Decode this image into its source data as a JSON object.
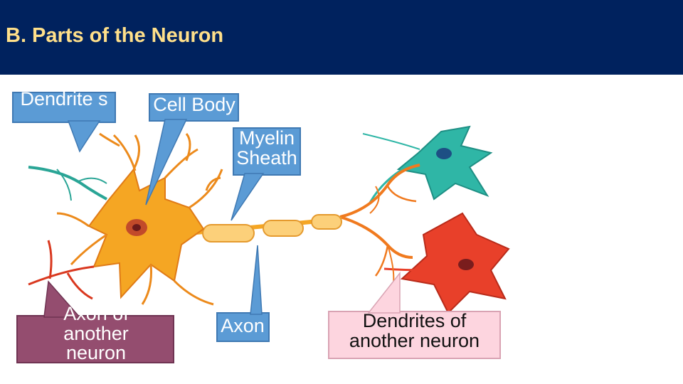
{
  "slide": {
    "title": "B. Parts of the Neuron"
  },
  "labels": {
    "dendrites": "Dendrite s",
    "cell_body": "Cell Body",
    "myelin_sheath": "Myelin Sheath",
    "axon": "Axon",
    "axon_of_another": "Axon of another neuron",
    "dendrites_of_another": "Dendrites of another neuron"
  },
  "colors": {
    "title_bar": "#00225e",
    "title_text": "#ffe08a",
    "callout_blue": "#5b9bd5",
    "callout_plum": "#944d6f",
    "callout_pink": "#fdd5df",
    "neuron_orange": "#f5a623",
    "neuron_teal": "#2fb6a6",
    "neuron_red": "#e8402a",
    "myelin": "#fcd07a"
  }
}
